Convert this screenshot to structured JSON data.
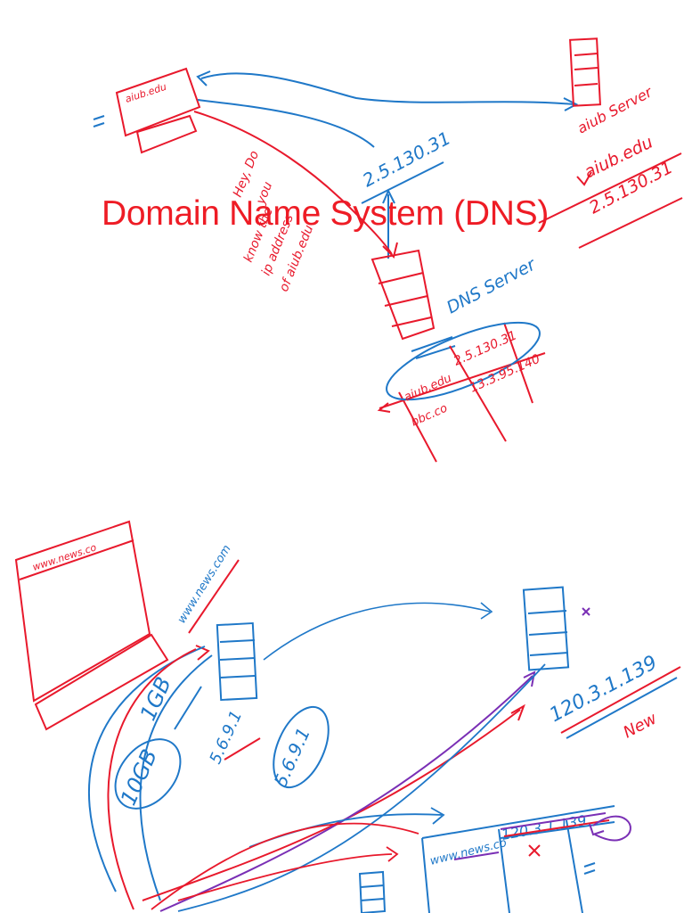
{
  "title": "Domain Name System (DNS)",
  "colors": {
    "red": "#e8192c",
    "blue": "#1f78c8",
    "purple": "#7a2fb5",
    "white": "#ffffff"
  },
  "top": {
    "client_label": "aiub.edu",
    "server_label": "aiub Server",
    "server_domain": "aiub.edu",
    "server_ip": "2.5.130.31",
    "resolved_ip": "2.5.130.31",
    "question_lines": [
      "Hey, Do",
      "you",
      "know the",
      "ip address",
      "of aiub.edu"
    ],
    "dns_server_label": "DNS Server",
    "table_rows": [
      {
        "domain": "aiub.edu",
        "ip": "2.5.130.31"
      },
      {
        "domain": "bbc.co",
        "ip": "13.3.95.140"
      }
    ]
  },
  "bottom": {
    "browser_url": "www.news.co",
    "url_label": "www.news.com",
    "size_1gb": "1GB",
    "size_10gb": "10GB",
    "ip_old_1": "5.6.9.1",
    "ip_old_2": "5.6.9.1",
    "ip_new": "120.3.1.139",
    "new_label": "New",
    "table_domain": "www.news.co",
    "table_ip": "120.3.1.139"
  }
}
